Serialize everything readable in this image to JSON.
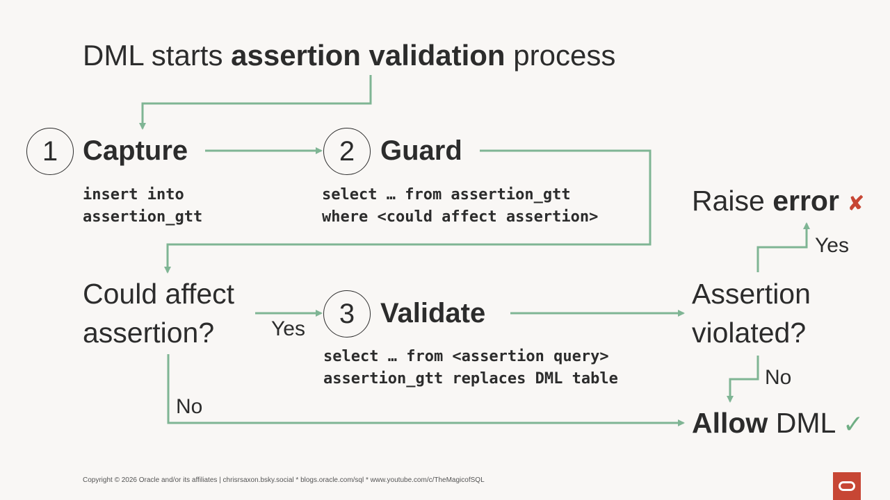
{
  "title": {
    "pre": "DML starts ",
    "bold": "assertion validation",
    "post": " process"
  },
  "steps": [
    {
      "num": "1",
      "label": "Capture",
      "code": [
        "insert into",
        "assertion_gtt"
      ]
    },
    {
      "num": "2",
      "label": "Guard",
      "code": [
        "select … from assertion_gtt",
        "where <could affect assertion>"
      ]
    },
    {
      "num": "3",
      "label": "Validate",
      "code": [
        "select … from <assertion query>",
        "assertion_gtt replaces DML table"
      ]
    }
  ],
  "decisions": {
    "could_affect": [
      "Could affect",
      "assertion?"
    ],
    "violated": [
      "Assertion",
      "violated?"
    ]
  },
  "outcomes": {
    "raise": {
      "pre": "Raise ",
      "bold": "error",
      "mark": "✘"
    },
    "allow": {
      "bold": "Allow",
      "post": " DML",
      "mark": "✓"
    }
  },
  "edge_labels": {
    "yes": "Yes",
    "no": "No"
  },
  "footer": "Copyright © 2026 Oracle and/or its affiliates | chrisrsaxon.bsky.social * blogs.oracle.com/sql * www.youtube.com/c/TheMagicofSQL",
  "colors": {
    "arrow": "#7fb594",
    "accent_red": "#c74634",
    "text": "#2c2c2c",
    "background": "#f9f7f5"
  }
}
